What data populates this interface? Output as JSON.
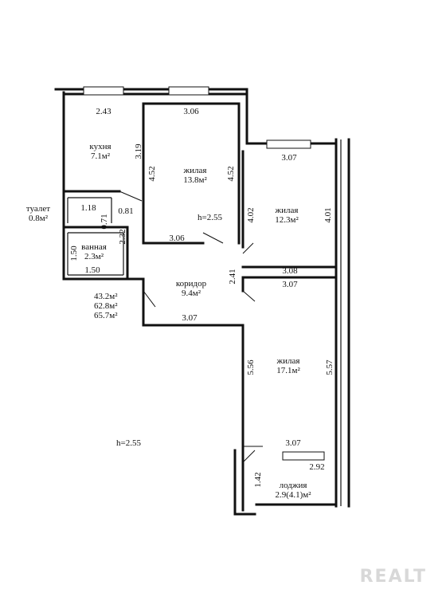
{
  "rooms": {
    "kitchen": {
      "name": "кухня",
      "area": "7.1м²"
    },
    "living1": {
      "name": "жилая",
      "area": "13.8м²"
    },
    "living2": {
      "name": "жилая",
      "area": "12.3м²"
    },
    "living3": {
      "name": "жилая",
      "area": "17.1м²"
    },
    "corridor": {
      "name": "коридор",
      "area": "9.4м²"
    },
    "toilet": {
      "name": "туалет",
      "area": "0.8м²"
    },
    "bath": {
      "name": "ванная",
      "area": "2.3м²"
    },
    "loggia": {
      "name": "лоджия",
      "area": "2.9(4.1)м²"
    }
  },
  "dimensions": {
    "kitchen_top": "2.43",
    "living1_top": "3.06",
    "living1_bottom": "3.06",
    "living1_left": "4.52",
    "living1_right": "4.52",
    "kitchen_side": "3.19",
    "living2_top": "3.07",
    "living2_left": "4.02",
    "living2_right": "4.01",
    "living2_bottom": "3.08",
    "living3_top": "3.07",
    "living3_left": "5.56",
    "living3_right": "5.57",
    "living3_bottom": "3.07",
    "corridor_bottom": "3.07",
    "corridor_height": "2.41",
    "toilet_w": "1.18",
    "toilet_d": "0.71",
    "toilet_door": "0.81",
    "bath_w": "1.50",
    "bath_h": "1.50",
    "bath_side": "2.32",
    "loggia_w": "2.92",
    "loggia_h": "1.42"
  },
  "height_inner": "h=2.55",
  "height_outer": "h=2.55",
  "totals": {
    "living": "43.2м²",
    "total": "62.8м²",
    "with_loggia": "65.7м²"
  },
  "watermark": "REALT"
}
